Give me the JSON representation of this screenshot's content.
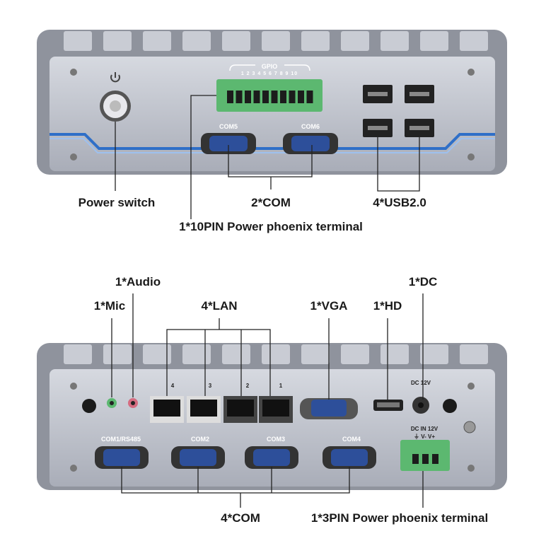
{
  "top_panel": {
    "gpio_label": "GPIO",
    "gpio_pins": "1 2 3 4 5 6 7 8 9 10",
    "com5": "COM5",
    "com6": "COM6",
    "callouts": {
      "power_switch": "Power switch",
      "com": "2*COM",
      "usb": "4*USB2.0",
      "phoenix": "1*10PIN Power phoenix terminal"
    }
  },
  "bottom_panel": {
    "com1": "COM1/RS485",
    "com2": "COM2",
    "com3": "COM3",
    "com4": "COM4",
    "dc_label": "DC 12V",
    "dc_in_label": "DC IN 12V",
    "dc_in_pins": "⏚ V- V+",
    "lan_numbers": [
      "4",
      "3",
      "2",
      "1"
    ],
    "callouts": {
      "audio": "1*Audio",
      "mic": "1*Mic",
      "lan": "4*LAN",
      "vga": "1*VGA",
      "hd": "1*HD",
      "dc": "1*DC",
      "com": "4*COM",
      "phoenix": "1*3PIN Power phoenix terminal"
    }
  },
  "colors": {
    "chassis": "#b4b8c4",
    "accent": "#2f6fc8",
    "terminal": "#5cb870",
    "serial": "#2d4f9a"
  }
}
